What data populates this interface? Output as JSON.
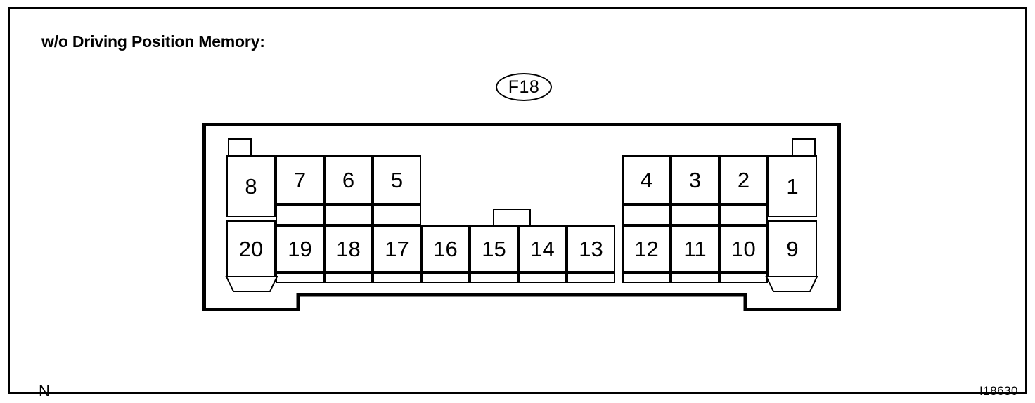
{
  "heading": "w/o Driving Position Memory:",
  "callout": {
    "label": "F18",
    "shape": "ellipse"
  },
  "connector": {
    "name": "20-pin connector pinout",
    "top_row": [
      "8",
      "7",
      "6",
      "5",
      "4",
      "3",
      "2",
      "1"
    ],
    "bottom_row": [
      "20",
      "19",
      "18",
      "17",
      "16",
      "15",
      "14",
      "13",
      "12",
      "11",
      "10",
      "9"
    ],
    "total_pins": 20,
    "center_tab_above_pin": "15"
  },
  "annotations": {
    "bottom_left_mark": "N",
    "bottom_right_code": "I18630"
  },
  "colors": {
    "line": "#000000",
    "background": "#ffffff"
  }
}
